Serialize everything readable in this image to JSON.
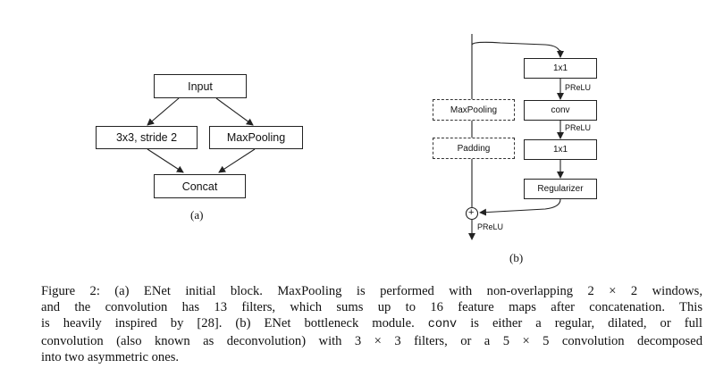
{
  "figure_a": {
    "input": "Input",
    "conv": "3x3, stride 2",
    "maxpool": "MaxPooling",
    "concat": "Concat",
    "sublabel": "(a)"
  },
  "figure_b": {
    "conv1x1_top": "1x1",
    "prelu_1": "PReLU",
    "conv_mid": "conv",
    "prelu_2": "PReLU",
    "conv1x1_bottom": "1x1",
    "regularizer": "Regularizer",
    "maxpool": "MaxPooling",
    "padding": "Padding",
    "prelu_out": "PReLU",
    "plus_symbol": "+",
    "sublabel": "(b)"
  },
  "caption": {
    "line1": "Figure 2: (a) ENet initial block. MaxPooling is performed with non-overlapping 2 × 2 windows,",
    "line2": "and the convolution has 13 filters, which sums up to 16 feature maps after concatenation. This",
    "line3": "is heavily inspired by [28]. (b) ENet bottleneck module.",
    "line3_code": "conv",
    "line3_tail": "is either a regular, dilated, or full",
    "line4": "convolution (also known as deconvolution) with 3 × 3 filters, or a 5 × 5 convolution decomposed",
    "line5": "into two asymmetric ones."
  }
}
